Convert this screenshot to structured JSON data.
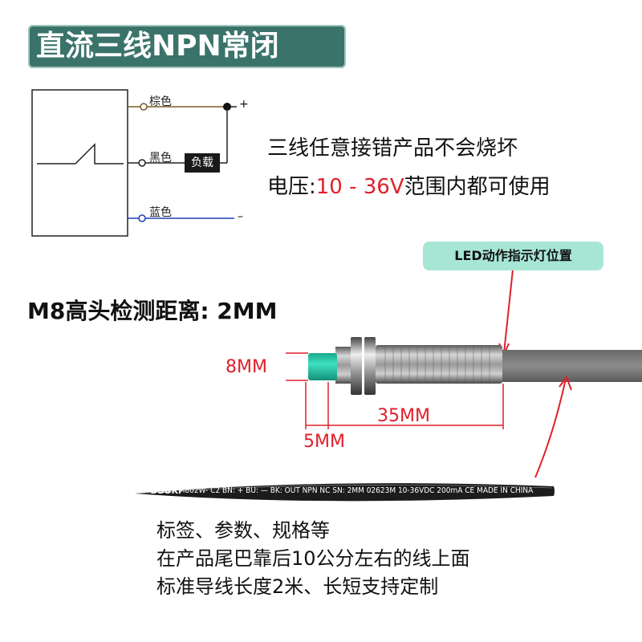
{
  "title": "直流三线NPN常闭",
  "wires": {
    "brown_label": "棕色",
    "black_label": "黑色",
    "blue_label": "蓝色",
    "load_label": "负载",
    "plus": "+",
    "minus": "–"
  },
  "notes": {
    "line1": "三线任意接错产品不会烧坏",
    "line2_prefix": "电压:",
    "line2_voltage": "10 - 36V",
    "line2_suffix": "范围内都可使用"
  },
  "led_tag": "LED动作指示灯位置",
  "detect_range": "M8高头检测距离: 2MM",
  "dimensions": {
    "diameter": "8MM",
    "length": "35MM",
    "head": "5MM"
  },
  "label_strip": {
    "brand": "DSUKI",
    "text": "ECE - M802W- C2 BN: + BU: — BK: OUT  NPN  NC  SN: 2MM  02623M  10-36VDC  200mA    CE     MADE IN CHINA"
  },
  "bottom_notes": [
    "标签、参数、规格等",
    "在产品尾巴靠后10公分左右的线上面",
    "标准导线长度2米、长短支持定制"
  ],
  "colors": {
    "title_bg": "#3a736a",
    "brown_wire": "#7a5a2a",
    "blue_wire": "#1f3fb5",
    "accent_red": "#e0202a",
    "led_tag_bg": "#a7e6d4",
    "sensor_head": "#25c9a8"
  }
}
